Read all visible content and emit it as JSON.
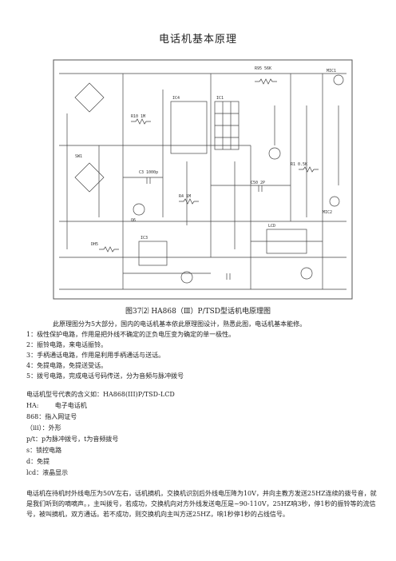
{
  "doc": {
    "title": "电话机基本原理",
    "figure_caption": "图37⑵ HA868（Ⅲ）P/TSD型话机电原理图",
    "figure_labels": [
      "R95 56K",
      "R10 1M",
      "IC4",
      "IC1",
      "MIC1",
      "MIC2",
      "C3 1000p",
      "SW1",
      "R1 0.5K",
      "Q6",
      "R4 1M",
      "DH5",
      "LCD",
      "IC3",
      "C50 2P"
    ],
    "intro": "此原理图分为5大部分，国内的电话机基本依此原理图设计，熟悉此图，电话机基本能修。",
    "parts": [
      "1：极性保护电路，作用是把外线不确定的正负电压变为确定的单一极性。",
      "2：振铃电路，来电话振铃。",
      "3：手柄通话电路，作用是利用手柄通话与送话。",
      "4：免提电路，免提送受话。",
      "5：拨号电路，完成电话号码传送，分为音频与脉冲拨号"
    ],
    "model_heading": "电话机型号代表的含义如：HA868(III)P/TSD-LCD",
    "model_items": [
      "HA:        电子电话机",
      "868：指入网证号",
      "（iii）：外形",
      "p/t：p为脉冲拨号，t为音频拨号",
      "s：锁控电路",
      "d：免提",
      "lcd：液晶显示"
    ],
    "closing": "电话机在待机时外线电压为50V左右，话机摘机，交换机识别后外线电压降为10V，并向主教方发送25HZ连续的拨号音，就是我们听到的嘀嘀声。，主叫拨号，若成功，交换机向对方外线发送电压是~90-110V，25HZ响3秒，停1秒的振铃等的流信号，被叫摘机，双方通话。若不成功，则交换机向主叫方送25HZ，响1秒停1秒的占线信号。"
  }
}
